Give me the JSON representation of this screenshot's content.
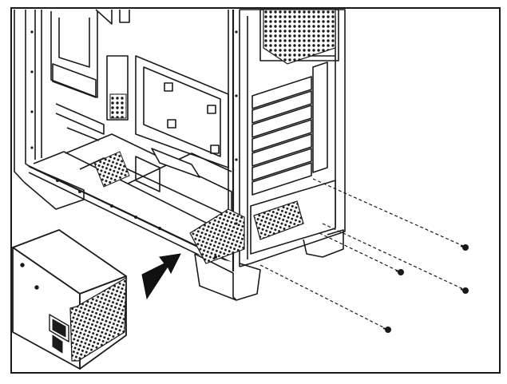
{
  "figure": {
    "style": "black-and-white line art installation diagram",
    "colors": {
      "ink": "#1a1a1a",
      "paper": "#ffffff",
      "arrow": "#111111"
    }
  },
  "parts": {
    "case": {
      "name": "pc-case-rear-bottom"
    },
    "psu": {
      "name": "power-supply-unit"
    },
    "screws": {
      "count": 4,
      "icon": "screw-icon"
    },
    "arrow": {
      "icon": "insert-arrow-icon",
      "direction": "into-case"
    }
  }
}
